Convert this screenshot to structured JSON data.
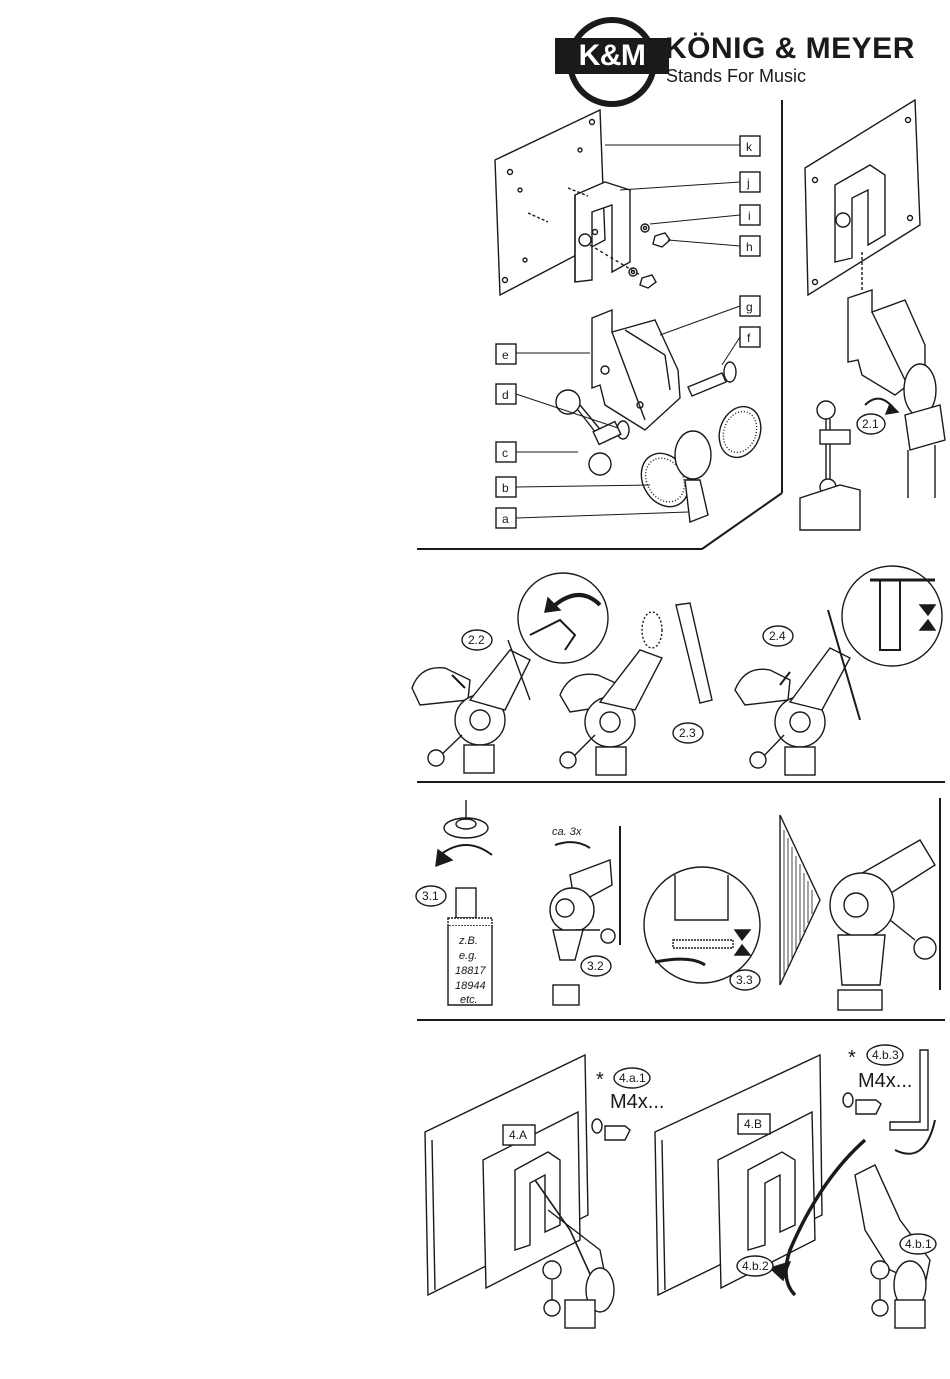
{
  "header": {
    "logo_text": "K&M",
    "brand_name": "KÖNIG & MEYER",
    "tagline": "Stands For Music"
  },
  "parts": {
    "a": "a",
    "b": "b",
    "c": "c",
    "d": "d",
    "e": "e",
    "f": "f",
    "g": "g",
    "h": "h",
    "i": "i",
    "j": "j",
    "k": "k"
  },
  "steps": {
    "s2_1": "2.1",
    "s2_2": "2.2",
    "s2_3": "2.3",
    "s2_4": "2.4",
    "s3_1": "3.1",
    "s3_2": "3.2",
    "s3_3": "3.3",
    "s4_A": "4.A",
    "s4_B": "4.B",
    "s4_a_1": "4.a.1",
    "s4_b_1": "4.b.1",
    "s4_b_2": "4.b.2",
    "s4_b_3": "4.b.3"
  },
  "notes": {
    "turns": "ca. 3x",
    "example_lines": [
      "z.B.",
      "e.g.",
      "18817",
      "18944",
      "etc."
    ],
    "screw_a": "M4x...",
    "screw_b": "M4x...",
    "asterisk": "*"
  }
}
